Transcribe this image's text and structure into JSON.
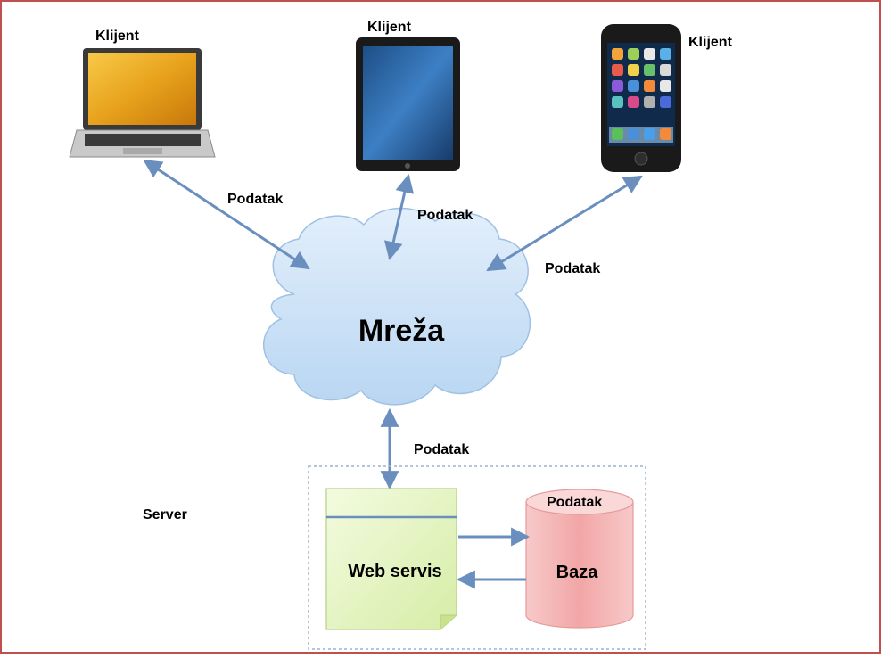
{
  "clients": [
    {
      "label": "Klijent",
      "device": "laptop-icon"
    },
    {
      "label": "Klijent",
      "device": "tablet-icon"
    },
    {
      "label": "Klijent",
      "device": "smartphone-icon"
    }
  ],
  "links": {
    "laptop": "Podatak",
    "tablet": "Podatak",
    "phone": "Podatak",
    "server": "Podatak"
  },
  "network": {
    "label": "Mreža"
  },
  "server": {
    "label": "Server",
    "web_service": "Web servis",
    "database": "Baza",
    "database_top": "Podatak"
  },
  "colors": {
    "frame_border": "#c0504d",
    "arrow": "#6a8fbf",
    "cloud_fill": "#cfe3f7",
    "web_service_fill": "#e4f4c4",
    "database_fill": "#f5b8b8"
  }
}
